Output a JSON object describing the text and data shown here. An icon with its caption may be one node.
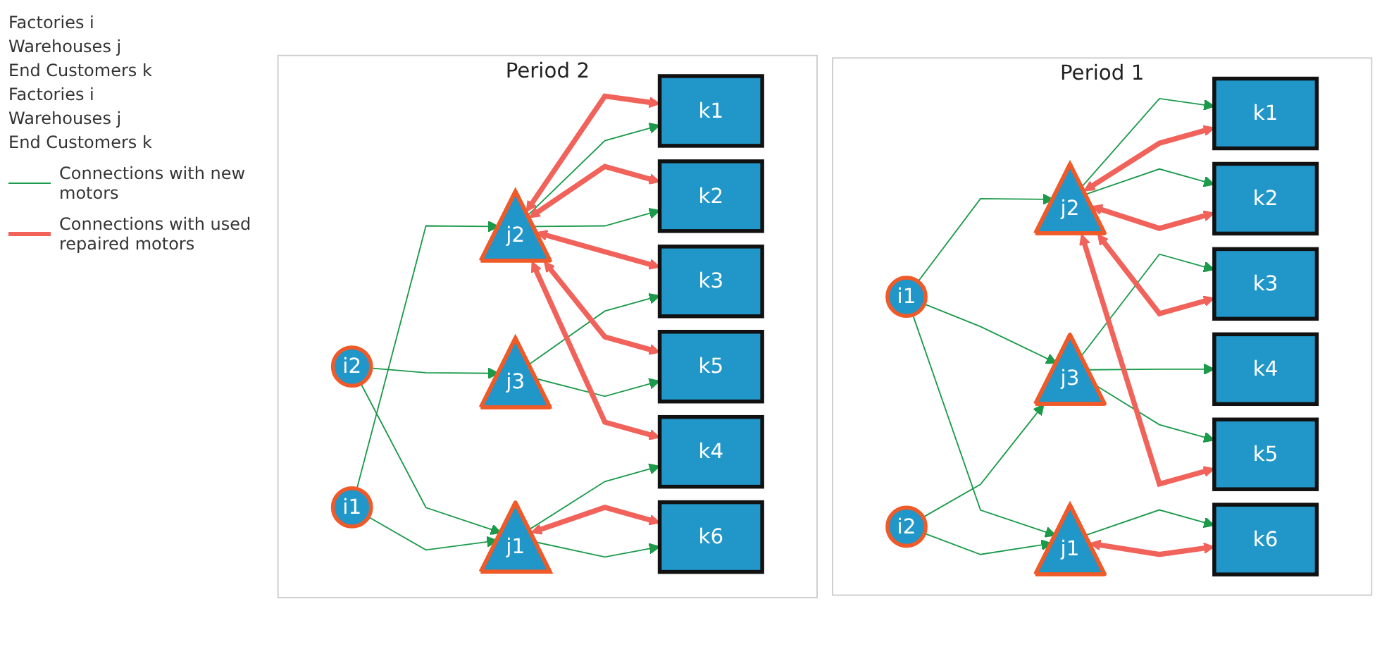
{
  "diagram": {
    "nodes": [
      {
        "text": [
          "Period 1"
        ]
      },
      {
        "text": [
          "i1"
        ],
        "in": 0
      },
      {
        "text": [
          "i2"
        ],
        "in": 0
      },
      {
        "text": [
          "j1"
        ],
        "in": 0
      },
      {
        "text": [
          "j2"
        ],
        "in": 0
      },
      {
        "text": [
          "j3"
        ],
        "in": 0
      },
      {
        "text": [
          "k1"
        ],
        "in": 0
      },
      {
        "text": [
          "k2"
        ],
        "in": 0
      },
      {
        "text": [
          "k3"
        ],
        "in": 0
      },
      {
        "text": [
          "k4"
        ],
        "in": 0
      },
      {
        "text": [
          "k5"
        ],
        "in": 0
      },
      {
        "text": [
          "k6"
        ],
        "in": 0
      },
      {
        "text": [
          "Period 2"
        ]
      },
      {
        "text": [
          "i1"
        ],
        "in": 12
      },
      {
        "text": [
          "i2"
        ],
        "in": 12
      },
      {
        "text": [
          "j1"
        ],
        "in": 12
      },
      {
        "text": [
          "j2"
        ],
        "in": 12
      },
      {
        "text": [
          "j3"
        ],
        "in": 12
      },
      {
        "text": [
          "k1"
        ],
        "in": 12
      },
      {
        "text": [
          "k2"
        ],
        "in": 12
      },
      {
        "text": [
          "k3"
        ],
        "in": 12
      },
      {
        "text": [
          "k4"
        ],
        "in": 12
      },
      {
        "text": [
          "k5"
        ],
        "in": 12
      },
      {
        "text": [
          "k6"
        ],
        "in": 12
      }
    ],
    "edges": [
      {
        "from": 1,
        "to": 3,
        "arrow": "to"
      },
      {
        "from": 1,
        "to": 4,
        "arrow": "to"
      },
      {
        "from": 1,
        "to": 5,
        "arrow": "to"
      },
      {
        "from": 2,
        "to": 3,
        "arrow": "to"
      },
      {
        "from": 2,
        "to": 5,
        "arrow": "to"
      },
      {
        "from": 4,
        "to": 6,
        "arrow": "to"
      },
      {
        "from": 4,
        "to": 7,
        "arrow": "to"
      },
      {
        "from": 5,
        "to": 8,
        "arrow": "to"
      },
      {
        "from": 5,
        "to": 9,
        "arrow": "to"
      },
      {
        "from": 5,
        "to": 10,
        "arrow": "to"
      },
      {
        "from": 3,
        "to": 11,
        "arrow": "to"
      },
      {
        "from": 4,
        "to": 6,
        "arrow": "both",
        "style": "thick",
        "color": "#f0625a"
      },
      {
        "from": 4,
        "to": 7,
        "arrow": "both",
        "style": "thick",
        "color": "#f0625a"
      },
      {
        "from": 4,
        "to": 8,
        "arrow": "both",
        "style": "thick",
        "color": "#f0625a"
      },
      {
        "from": 4,
        "to": 10,
        "arrow": "both",
        "style": "thick",
        "color": "#f0625a"
      },
      {
        "from": 3,
        "to": 11,
        "arrow": "both",
        "style": "thick",
        "color": "#f0625a"
      },
      {
        "from": 13,
        "to": 15,
        "arrow": "to"
      },
      {
        "from": 13,
        "to": 16,
        "arrow": "to"
      },
      {
        "from": 14,
        "to": 15,
        "arrow": "to"
      },
      {
        "from": 14,
        "to": 17,
        "arrow": "to"
      },
      {
        "from": 16,
        "to": 18,
        "arrow": "to"
      },
      {
        "from": 16,
        "to": 19,
        "arrow": "to"
      },
      {
        "from": 17,
        "to": 20,
        "arrow": "to"
      },
      {
        "from": 17,
        "to": 22,
        "arrow": "to"
      },
      {
        "from": 15,
        "to": 21,
        "arrow": "to"
      },
      {
        "from": 15,
        "to": 23,
        "arrow": "to"
      },
      {
        "from": 16,
        "to": 18,
        "arrow": "both",
        "style": "thick",
        "color": "#f0625a"
      },
      {
        "from": 16,
        "to": 19,
        "arrow": "both",
        "style": "thick",
        "color": "#f0625a"
      },
      {
        "from": 16,
        "to": 20,
        "arrow": "both",
        "style": "thick",
        "color": "#f0625a"
      },
      {
        "from": 16,
        "to": 21,
        "arrow": "both",
        "style": "thick",
        "color": "#f0625a"
      },
      {
        "from": 16,
        "to": 22,
        "arrow": "both",
        "style": "thick",
        "color": "#f0625a"
      },
      {
        "from": 15,
        "to": 23,
        "arrow": "both",
        "style": "thick",
        "color": "#f0625a"
      }
    ],
    "labels": [
      "Factories i",
      "Warehouses j",
      "End Customers k",
      "Factories i",
      "Warehouses j",
      "End Customers k"
    ],
    "legend": [
      {
        "text": "Connections with new motors"
      },
      {
        "text": "Connections with used repaired motors"
      }
    ]
  }
}
